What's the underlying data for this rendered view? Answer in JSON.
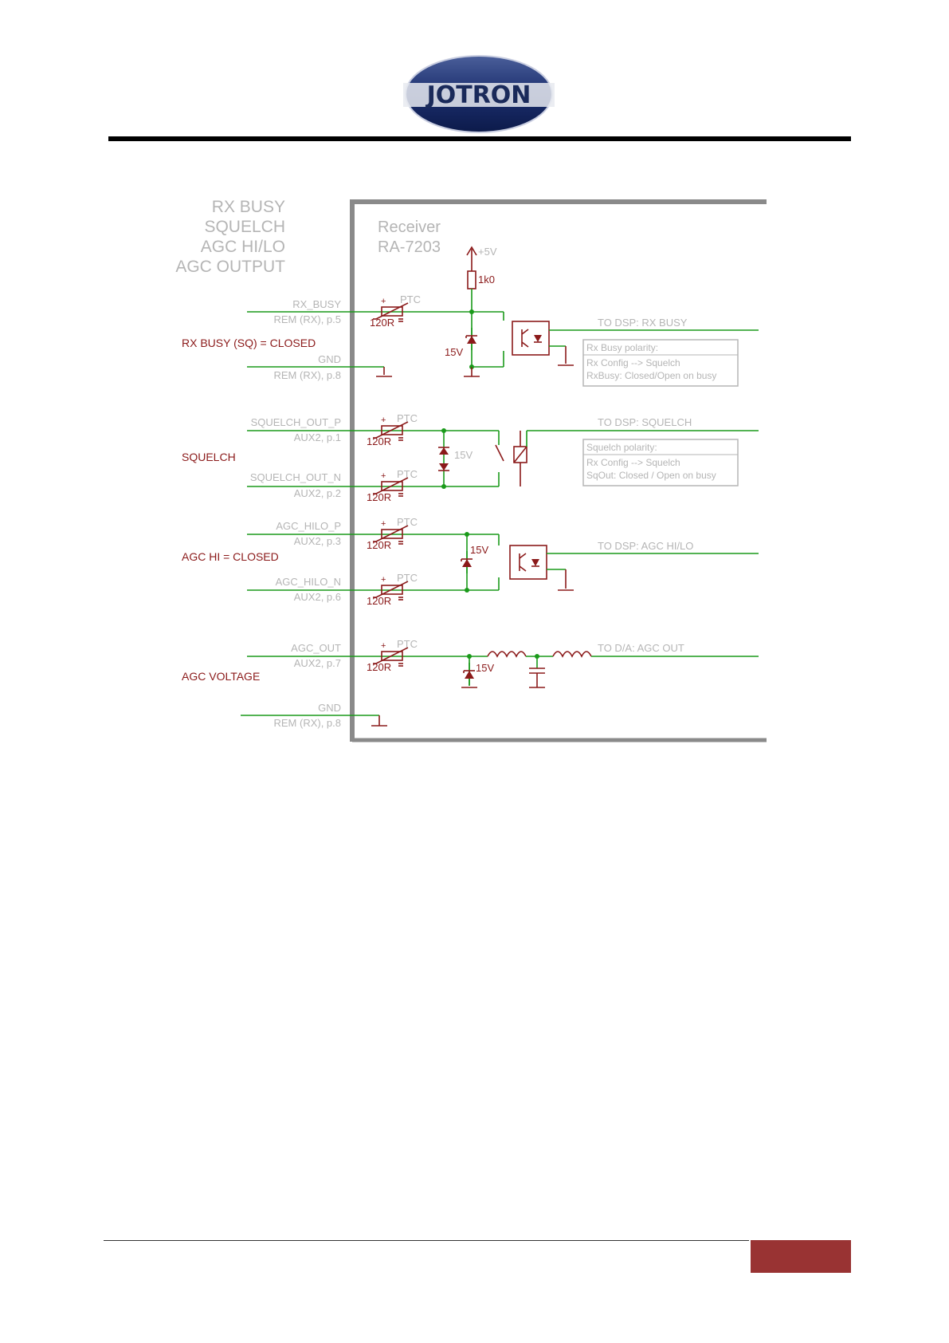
{
  "logo": {
    "text": "JOTRON"
  },
  "left_titles": [
    "RX BUSY",
    "SQUELCH",
    "AGC HI/LO",
    "AGC OUTPUT"
  ],
  "receiver": {
    "title": "Receiver",
    "model": "RA-7203"
  },
  "supply": {
    "voltage": "+5V",
    "resistor": "1k0"
  },
  "groups": {
    "rxbusy": {
      "heading": "RX BUSY (SQ) = CLOSED"
    },
    "squelch": {
      "heading": "SQUELCH"
    },
    "agc_hilo": {
      "heading": "AGC HI = CLOSED"
    },
    "agc_voltage": {
      "heading": "AGC VOLTAGE"
    }
  },
  "signals": [
    {
      "name": "RX_BUSY",
      "pin": "REM (RX), p.5"
    },
    {
      "name": "GND",
      "pin": "REM (RX), p.8"
    },
    {
      "name": "SQUELCH_OUT_P",
      "pin": "AUX2, p.1"
    },
    {
      "name": "SQUELCH_OUT_N",
      "pin": "AUX2, p.2"
    },
    {
      "name": "AGC_HILO_P",
      "pin": "AUX2, p.3"
    },
    {
      "name": "AGC_HILO_N",
      "pin": "AUX2, p.6"
    },
    {
      "name": "AGC_OUT",
      "pin": "AUX2, p.7"
    },
    {
      "name": "GND",
      "pin": "REM (RX), p.8"
    }
  ],
  "ptc": {
    "label": "PTC",
    "value": "120R",
    "plus": "+"
  },
  "zener": "15V",
  "outputs": {
    "rx_busy": "TO DSP: RX BUSY",
    "squelch": "TO DSP: SQUELCH",
    "agc_hilo": "TO DSP: AGC HI/LO",
    "agc_out": "TO D/A: AGC OUT"
  },
  "notes": {
    "rx_busy": [
      "Rx Busy polarity:",
      "Rx Config --> Squelch",
      "RxBusy: Closed/Open on busy"
    ],
    "squelch": [
      "Squelch polarity:",
      "Rx Config --> Squelch",
      "SqOut: Closed / Open on busy"
    ]
  },
  "colors": {
    "wire": "#1a9a1a",
    "component": "#8b1a1a",
    "label": "#b5b5b5",
    "accent": "#993333"
  }
}
